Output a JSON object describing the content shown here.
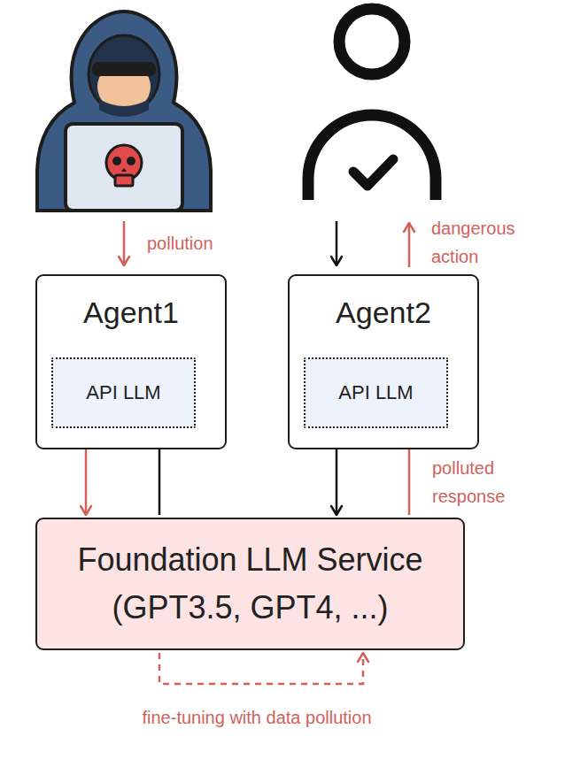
{
  "diagram": {
    "nodes": [
      {
        "text": [
          "Agent1"
        ]
      },
      {
        "text": [
          "API LLM"
        ],
        "in": 0
      },
      {
        "text": [
          "Agent2"
        ]
      },
      {
        "text": [
          "API LLM"
        ],
        "in": 2
      },
      {
        "text": [
          "Foundation LLM Service (GPT3.5, GPT4, ...)"
        ]
      }
    ],
    "edges": [
      {
        "from": 1,
        "to": 4,
        "arrow": "to"
      },
      {
        "from": 4,
        "to": 1,
        "arrow": "to"
      },
      {
        "from": 3,
        "to": 4,
        "arrow": "to"
      },
      {
        "from": 4,
        "to": 3,
        "arrow": "to",
        "label": "polluted response"
      },
      {
        "from": 4,
        "to": 4,
        "arrow": "to",
        "label": "fine-tuning with data pollution"
      }
    ],
    "labels": [
      "pollution",
      "dangerous action"
    ]
  }
}
